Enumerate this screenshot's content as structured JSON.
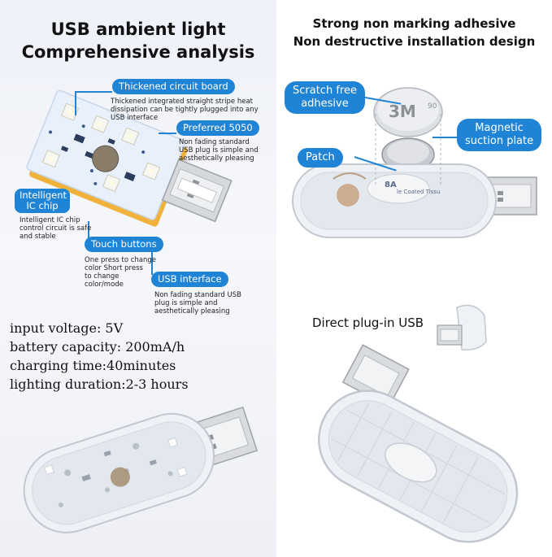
{
  "left": {
    "title_line1": "USB ambient light",
    "title_line2": "Comprehensive analysis",
    "labels": {
      "thickened": "Thickened circuit board",
      "preferred": "Preferred 5050",
      "intelligent": "Intelligent IC chip",
      "touch": "Touch buttons",
      "usb": "USB interface"
    },
    "notes": {
      "thickened_l1": "Thickened integrated straight stripe heat",
      "thickened_l2": "dissipation can be tightly plugged into any",
      "thickened_l3": "USB interface",
      "preferred_l1": "Non fading standard",
      "preferred_l2": "USB plug is simple and",
      "preferred_l3": "aesthetically pleasing",
      "intelligent_l1": "Intelligent IC chip",
      "intelligent_l2": "control circuit is safe",
      "intelligent_l3": "and stable",
      "touch_l1": "One press to change",
      "touch_l2": "color Short press",
      "touch_l3": "to change",
      "touch_l4": "color/mode",
      "usb_l1": "Non fading standard USB",
      "usb_l2": "plug is simple and",
      "usb_l3": "aesthetically pleasing"
    },
    "specs": {
      "voltage": "input voltage: 5V",
      "battery": "battery capacity: 200mA/h",
      "charging": "charging time:40minutes",
      "duration": "lighting duration:2-3 hours"
    }
  },
  "right": {
    "title_line1": "Strong non marking adhesive",
    "title_line2": "Non destructive installation design",
    "labels": {
      "scratch_l1": "Scratch free",
      "scratch_l2": "adhesive",
      "magnetic_l1": "Magnetic",
      "magnetic_l2": "suction plate",
      "patch": "Patch",
      "direct": "Direct plug-in USB"
    },
    "sticker_text": "3M",
    "sticker_text_small": "90",
    "tape_text": "8A",
    "tape_text_small": "le Coated Tissu"
  },
  "colors": {
    "accent": "#1f84d6",
    "pcb": "#e7f0fb",
    "text": "#111111"
  }
}
